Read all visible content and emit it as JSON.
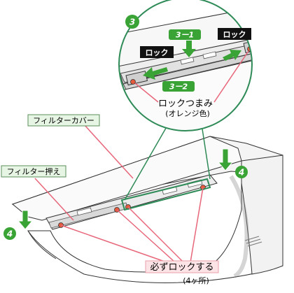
{
  "labels": {
    "filter_cover": "フィルターカバー",
    "filter_holder": "フィルター押え",
    "lock_knob": "ロックつまみ",
    "lock_knob_color": "(オレンジ色)",
    "must_lock": "必ずロックする",
    "count": "(4ヶ所)",
    "lock_left": "ロック",
    "lock_right": "ロック"
  },
  "steps": {
    "step3": "3",
    "step3_1": "3ー1",
    "step3_2": "3ー2",
    "step4_right": "4",
    "step4_left": "4"
  },
  "colors": {
    "green": "#2e8b57",
    "step_green": "#3aa335",
    "pink_label": "#fce3e6",
    "pink_line": "#e8667a",
    "green_label": "#e7f5e4",
    "orange_knob": "#e55a3d"
  }
}
